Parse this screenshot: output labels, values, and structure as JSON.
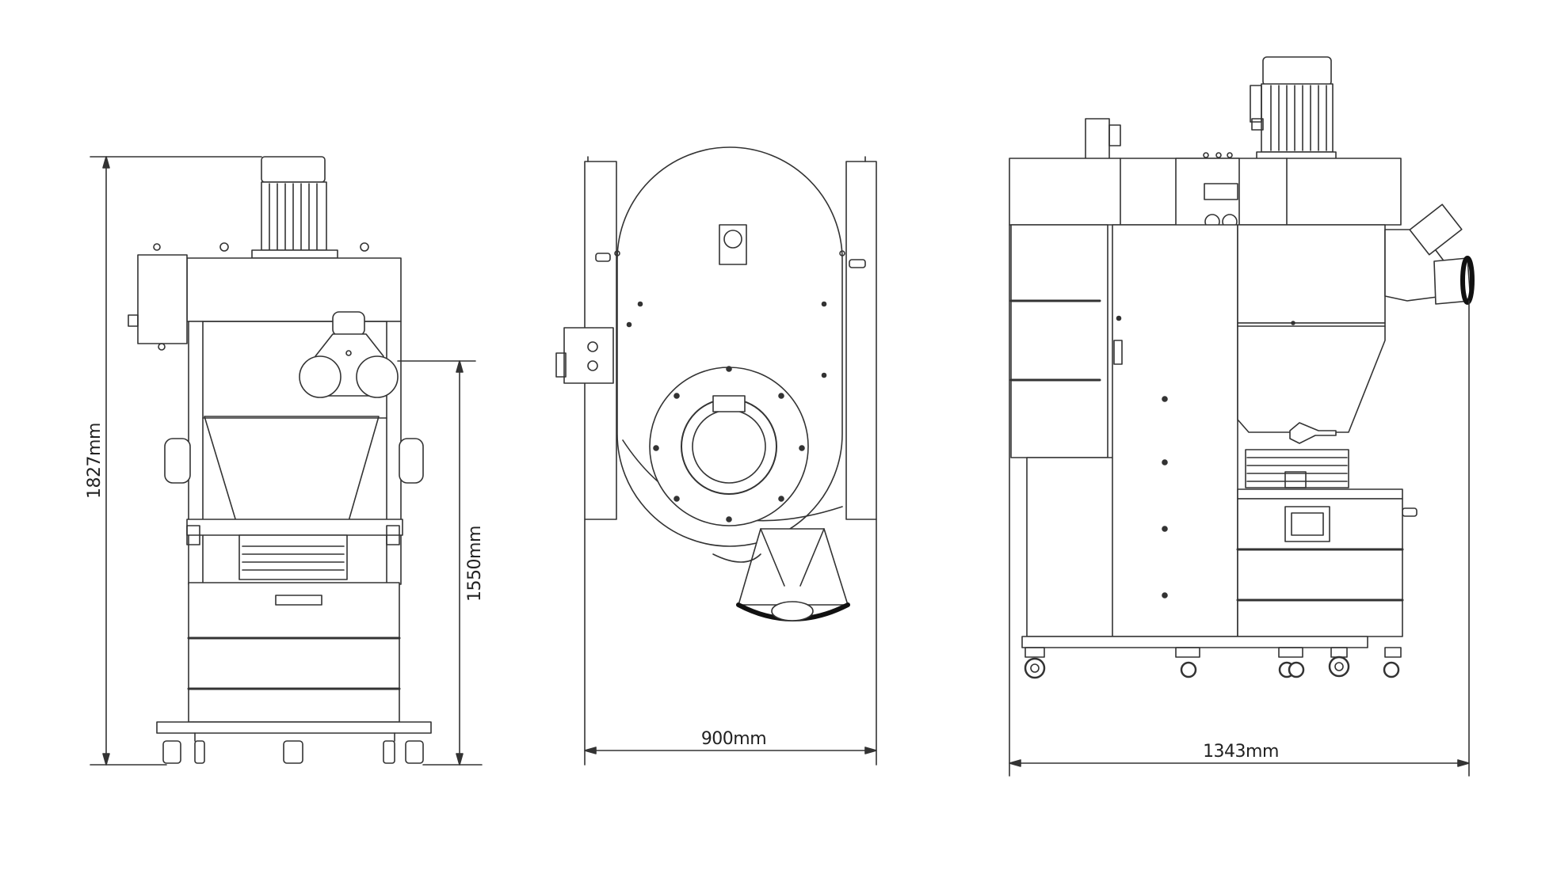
{
  "dimensions": {
    "total_height": "1827mm",
    "inlet_height": "1550mm",
    "width": "900mm",
    "depth": "1343mm"
  },
  "colors": {
    "line": "#333333",
    "fill": "#ffffff",
    "background": "#ffffff",
    "dark": "#111111"
  }
}
